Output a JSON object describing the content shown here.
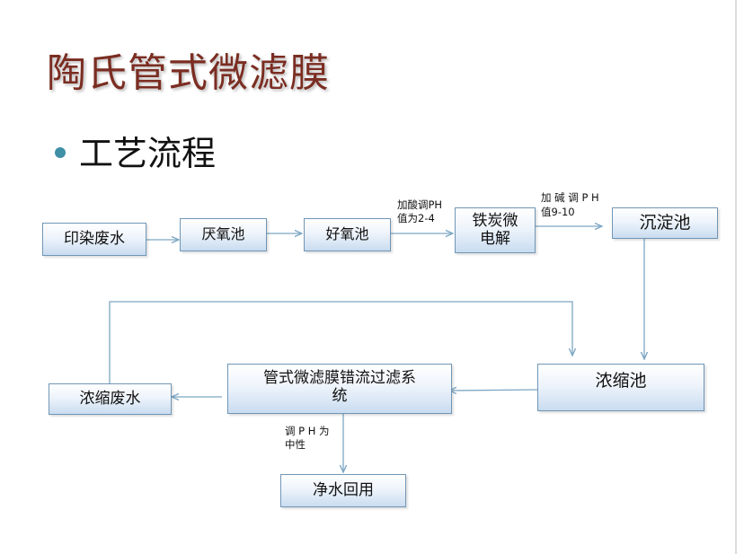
{
  "slide": {
    "title": "陶氏管式微滤膜",
    "bullet": "工艺流程"
  },
  "nodes": {
    "wastewater": "印染废水",
    "anaerobic": "厌氧池",
    "aerobic": "好氧池",
    "fe_c_line1": "铁炭微",
    "fe_c_line2": "电解",
    "sedimentation": "沉淀池",
    "thickener": "浓缩池",
    "membrane_line1": "管式微滤膜错流过滤系",
    "membrane_line2": "统",
    "concentrate": "浓缩废水",
    "reuse": "净水回用"
  },
  "edge_labels": {
    "acid_line1": "加酸调PH",
    "acid_line2": "值为2-4",
    "alkali_line1": "加 碱 调 P H",
    "alkali_line2": "值9-10",
    "neutral_line1": "调 P H 为",
    "neutral_line2": "中性"
  },
  "colors": {
    "title": "#7b2d22",
    "bullet": "#3f8fa6",
    "box_border": "#7096b6",
    "arrow": "#7da7c4"
  }
}
